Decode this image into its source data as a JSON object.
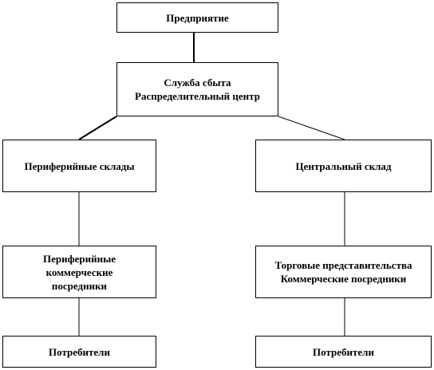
{
  "diagram": {
    "nodes": {
      "enterprise": {
        "lines": [
          "Предприятие"
        ]
      },
      "sales_service": {
        "lines": [
          "Служба сбыта",
          "Распределительный центр"
        ]
      },
      "peripheral_warehouses": {
        "lines": [
          "Периферийные склады"
        ]
      },
      "central_warehouse": {
        "lines": [
          "Центральный склад"
        ]
      },
      "peripheral_intermediaries": {
        "lines": [
          "Периферийные",
          "коммерческие",
          "посредники"
        ]
      },
      "trade_representations": {
        "lines": [
          "Торговые представительства",
          "Коммерческие посредники"
        ]
      },
      "consumers_left": {
        "lines": [
          "Потребители"
        ]
      },
      "consumers_right": {
        "lines": [
          "Потребители"
        ]
      }
    },
    "edges": [
      {
        "from": "enterprise",
        "to": "sales_service"
      },
      {
        "from": "sales_service",
        "to": "peripheral_warehouses"
      },
      {
        "from": "sales_service",
        "to": "central_warehouse"
      },
      {
        "from": "peripheral_warehouses",
        "to": "peripheral_intermediaries"
      },
      {
        "from": "central_warehouse",
        "to": "trade_representations"
      },
      {
        "from": "peripheral_intermediaries",
        "to": "consumers_left"
      },
      {
        "from": "trade_representations",
        "to": "consumers_right"
      }
    ]
  }
}
